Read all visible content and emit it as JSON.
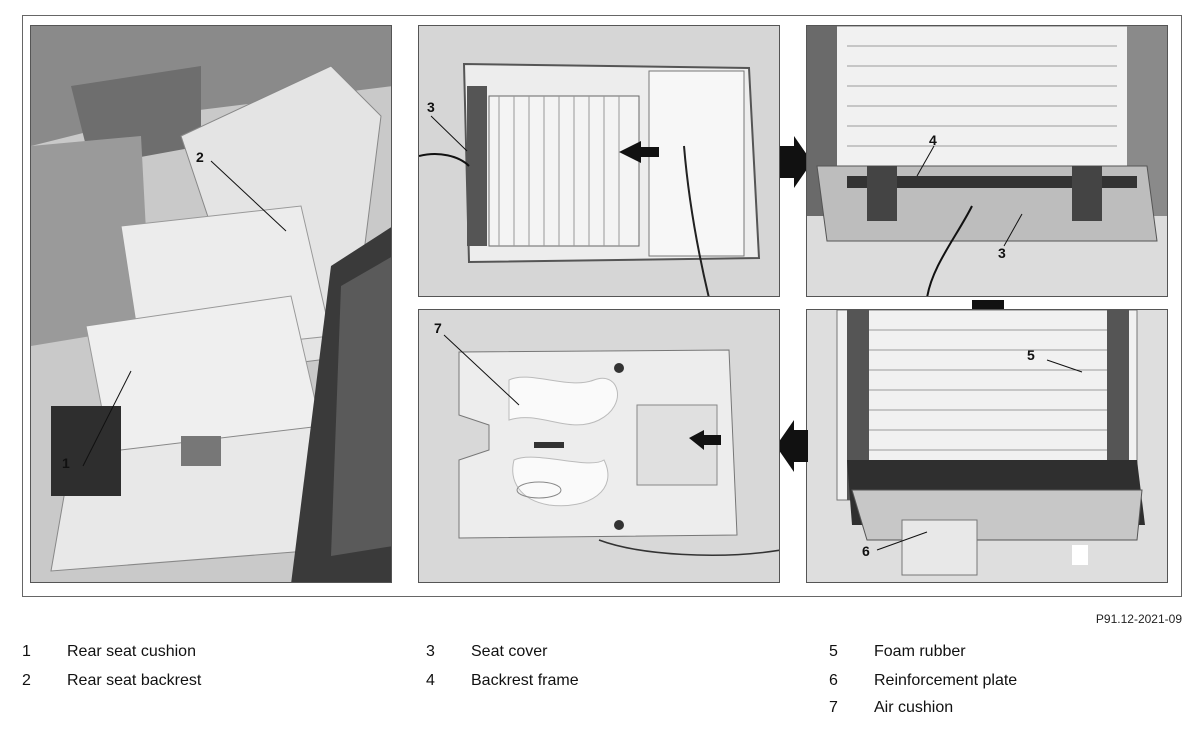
{
  "figure_ref": "P91.12-2021-09",
  "callouts": {
    "c1": "1",
    "c2": "2",
    "c3a": "3",
    "c3b": "3",
    "c4": "4",
    "c5": "5",
    "c6": "6",
    "c7": "7"
  },
  "legend": [
    {
      "num": "1",
      "label": "Rear seat cushion"
    },
    {
      "num": "2",
      "label": "Rear seat backrest"
    },
    {
      "num": "3",
      "label": "Seat cover"
    },
    {
      "num": "4",
      "label": "Backrest frame"
    },
    {
      "num": "5",
      "label": "Foam rubber"
    },
    {
      "num": "6",
      "label": "Reinforcement plate"
    },
    {
      "num": "7",
      "label": "Air cushion"
    }
  ]
}
